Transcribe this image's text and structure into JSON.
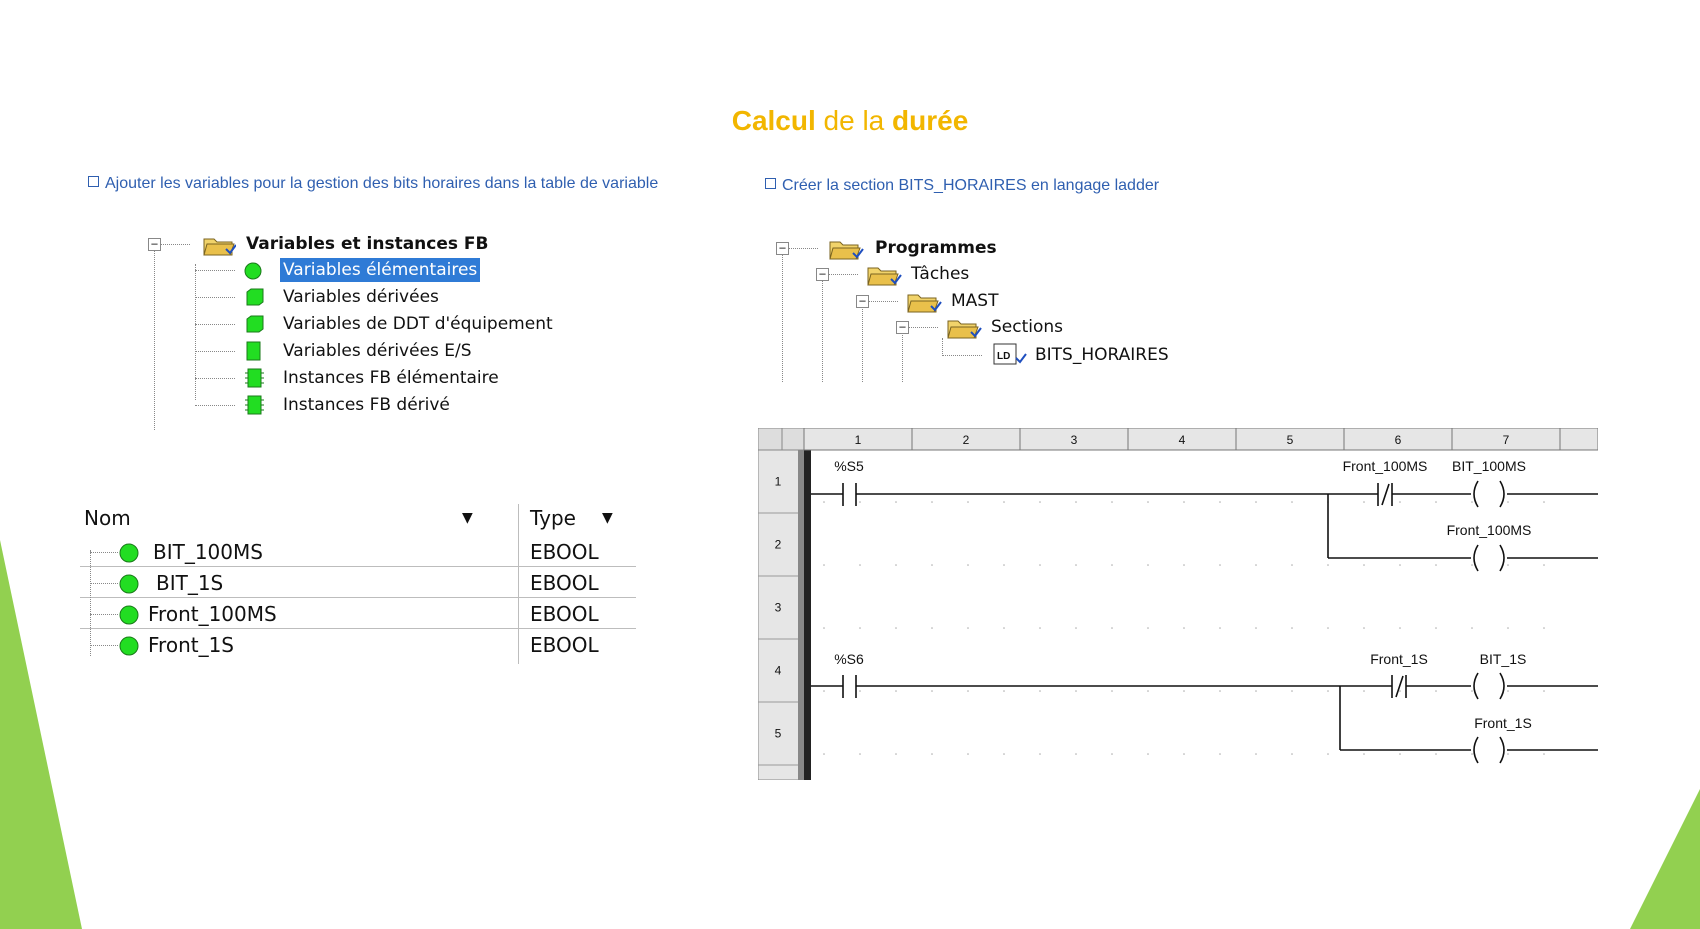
{
  "title": {
    "part1": "Calcul",
    "part2": " de la ",
    "part3": "durée"
  },
  "left_instruction": "Ajouter les variables pour la gestion des bits horaires dans la table de variable",
  "right_instruction": "Créer la section BITS_HORAIRES en langage ladder",
  "variables_tree": {
    "root": "Variables et instances FB",
    "items": [
      {
        "label": "Variables élémentaires",
        "icon": "green-circle-icon",
        "selected": true
      },
      {
        "label": "Variables dérivées",
        "icon": "green-cube-icon"
      },
      {
        "label": "Variables de DDT d'équipement",
        "icon": "green-cube-icon"
      },
      {
        "label": "Variables dérivées E/S",
        "icon": "green-chip-icon"
      },
      {
        "label": "Instances FB élémentaire",
        "icon": "green-chip-icon"
      },
      {
        "label": "Instances FB dérivé",
        "icon": "green-chip-icon"
      }
    ]
  },
  "variable_table": {
    "columns": [
      "Nom",
      "Type"
    ],
    "rows": [
      {
        "name": "BIT_100MS",
        "type": "EBOOL"
      },
      {
        "name": "BIT_1S",
        "type": "EBOOL"
      },
      {
        "name": "Front_100MS",
        "type": "EBOOL"
      },
      {
        "name": "Front_1S",
        "type": "EBOOL"
      }
    ]
  },
  "program_tree": {
    "items": [
      {
        "label": "Programmes",
        "bold": true,
        "level": 0
      },
      {
        "label": "Tâches",
        "level": 1
      },
      {
        "label": "MAST",
        "level": 2
      },
      {
        "label": "Sections",
        "level": 3
      },
      {
        "label": "BITS_HORAIRES",
        "level": 4,
        "icon": "ld-section-icon",
        "icon_text": "LD"
      }
    ]
  },
  "ladder": {
    "columns": [
      "1",
      "2",
      "3",
      "4",
      "5",
      "6",
      "7"
    ],
    "rows": [
      "1",
      "2",
      "3",
      "4",
      "5"
    ],
    "rung1": {
      "contact_no": "%S5",
      "contact_nc": "Front_100MS",
      "coil1": "BIT_100MS",
      "coil2": "Front_100MS"
    },
    "rung2": {
      "contact_no": "%S6",
      "contact_nc": "Front_1S",
      "coil1": "BIT_1S",
      "coil2": "Front_1S"
    }
  },
  "colors": {
    "title": "#f2b600",
    "instruction": "#2f5fb0",
    "selection": "#2f7bd6",
    "accent_green": "#92d050"
  }
}
